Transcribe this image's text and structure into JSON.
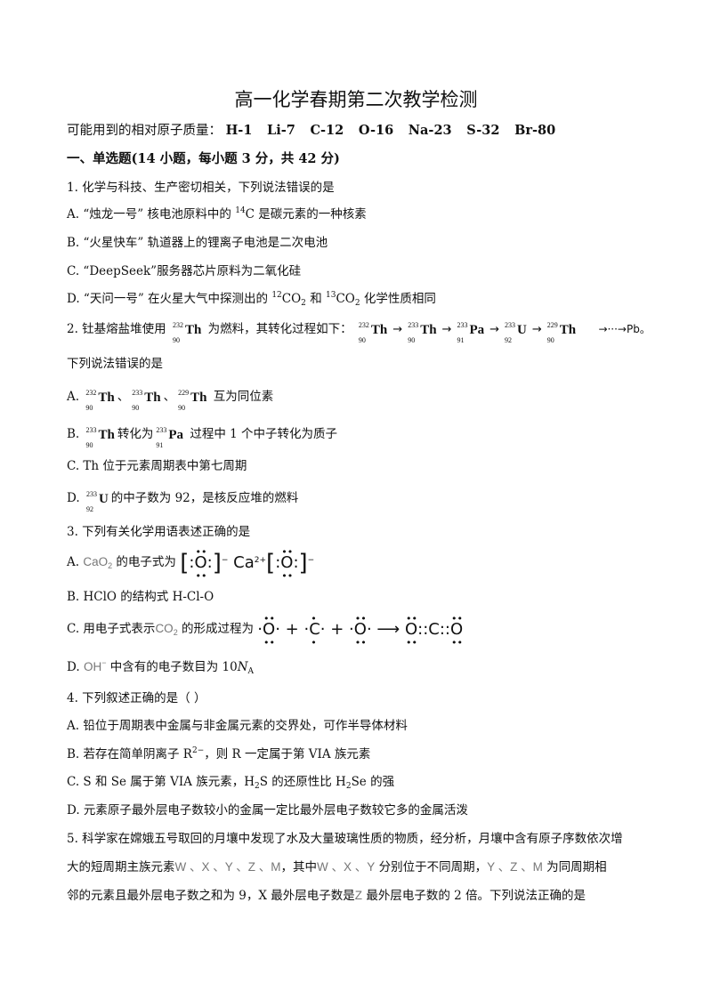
{
  "title": "高一化学春期第二次教学检测",
  "atomic_mass_label": "可能用到的相对原子质量：",
  "atomic_masses": [
    "H-1",
    "Li-7",
    "C-12",
    "O-16",
    "Na-23",
    "S-32",
    "Br-80"
  ],
  "section1": "一、单选题(14 小题，每小题  3 分，共  42 分)",
  "q1": {
    "stem": "1. 化学与科技、生产密切相关，下列说法错误的是",
    "a_pre": "A. “烛龙一号” 核电池原料中的  ",
    "a_sup": "14",
    "a_post": "C 是碳元素的一种核素",
    "b": "B. “火星快车” 轨道器上的锂离子电池是二次电池",
    "c": "C. “DeepSeek”服务器芯片原料为二氧化硅",
    "d_pre": "D. “天问一号” 在火星大气中探测出的  ",
    "d_sup1": "12",
    "d_mid": "CO",
    "d_sub1": "2",
    "d_and": " 和  ",
    "d_sup2": "13",
    "d_mid2": "CO",
    "d_sub2": "2",
    "d_post": " 化学性质相同"
  },
  "q2": {
    "stem_pre": "2. 钍基熔盐堆使用",
    "stem_mid": " 为燃料，其转化过程如下：",
    "stem_end": "→···→Pb。",
    "line2": "下列说法错误的是",
    "a_pre": "A.",
    "a_sep": "、",
    "a_post": " 互为同位素",
    "b_pre": "B.",
    "b_mid": "转化为",
    "b_post": " 过程中  1 个中子转化为质子",
    "c": "C. Th 位于元素周期表中第七周期",
    "d_pre": "D.",
    "d_post": "的中子数为  92，是核反应堆的燃料",
    "nuclides": {
      "th232": {
        "mass": "232",
        "z": "90",
        "sym": "Th"
      },
      "th233": {
        "mass": "233",
        "z": "90",
        "sym": "Th"
      },
      "pa233": {
        "mass": "233",
        "z": "91",
        "sym": "Pa"
      },
      "u233": {
        "mass": "233",
        "z": "92",
        "sym": "U"
      },
      "th229": {
        "mass": "229",
        "z": "90",
        "sym": "Th"
      }
    }
  },
  "q3": {
    "stem": "3. 下列有关化学用语表述正确的是",
    "a_pre": "A.",
    "a_formula": "CaO",
    "a_formula_sub": "2",
    "a_mid": " 的电子式为",
    "a_ca": "Ca",
    "a_ca_charge": "2+",
    "a_o": "O",
    "a_charge": "−",
    "b": "B. HClO 的结构式  H-Cl-O",
    "c_pre": "C. 用电子式表示",
    "c_formula": "CO",
    "c_formula_sub": "2",
    "c_mid": " 的形成过程为",
    "c_o": "O",
    "c_c": "C",
    "c_plus": "+",
    "c_arrow": "⟶",
    "d_pre": "D.",
    "d_formula": "OH",
    "d_charge": "−",
    "d_mid": " 中含有的电子数目为  10",
    "d_n": "N",
    "d_nsub": "A"
  },
  "q4": {
    "stem": "4. 下列叙述正确的是（   ）",
    "a": "A. 铅位于周期表中金属与非金属元素的交界处，可作半导体材料",
    "b_pre": "B. 若存在简单阴离子  R",
    "b_sup": "2−",
    "b_post": "，则 R 一定属于第  VIA 族元素",
    "c_pre": "C. S 和  Se 属于第  VIA 族元素，H",
    "c_sub": "2",
    "c_mid": "S 的还原性比  H",
    "c_sub2": "2",
    "c_post": "Se 的强",
    "d": "D. 元素原子最外层电子数较小的金属一定比最外层电子数较它多的金属活泼"
  },
  "q5": {
    "line1": "5. 科学家在嫦娥五号取回的月壤中发现了水及大量玻璃性质的物质，经分析，月壤中含有原子序数依次增",
    "line2_pre": "大的短周期主族元素",
    "line2_elems": "W 、X 、Y 、Z 、M",
    "line2_mid": "，其中",
    "line2_elems2": "W 、X 、Y",
    "line2_mid2": " 分别位于不同周期，",
    "line2_elems3": "Y 、Z 、M",
    "line2_post": " 为同周期相",
    "line3_pre": "邻的元素且最外层电子数之和为  9，X 最外层电子数是",
    "line3_z": "Z",
    "line3_post": " 最外层电子数的  2 倍。下列说法正确的是"
  }
}
